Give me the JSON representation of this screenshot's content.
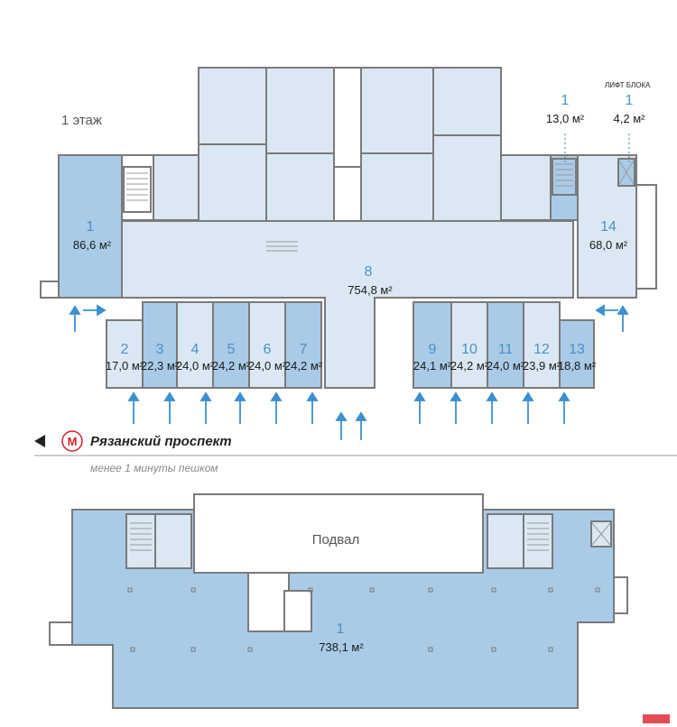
{
  "floor1": {
    "label": "1 этаж",
    "lift_label": "ЛИФТ БЛОКА",
    "units": [
      {
        "num": "1",
        "area": "86,6 м²",
        "highlight": true
      },
      {
        "num": "2",
        "area": "17,0 м²",
        "highlight": false
      },
      {
        "num": "3",
        "area": "22,3 м²",
        "highlight": true
      },
      {
        "num": "4",
        "area": "24,0 м²",
        "highlight": false
      },
      {
        "num": "5",
        "area": "24,2 м²",
        "highlight": true
      },
      {
        "num": "6",
        "area": "24,0 м²",
        "highlight": false
      },
      {
        "num": "7",
        "area": "24,2 м²",
        "highlight": true
      },
      {
        "num": "8",
        "area": "754,8 м²",
        "highlight": false
      },
      {
        "num": "9",
        "area": "24,1 м²",
        "highlight": true
      },
      {
        "num": "10",
        "area": "24,2 м²",
        "highlight": false
      },
      {
        "num": "11",
        "area": "24,0 м²",
        "highlight": true
      },
      {
        "num": "12",
        "area": "23,9 м²",
        "highlight": false
      },
      {
        "num": "13",
        "area": "18,8 м²",
        "highlight": true
      },
      {
        "num": "14",
        "area": "68,0 м²",
        "highlight": false
      }
    ],
    "extra": [
      {
        "num": "1",
        "area": "13,0 м²"
      },
      {
        "num": "1",
        "area": "4,2 м²"
      }
    ]
  },
  "street": {
    "name": "Рязанский проспект",
    "walk": "менее 1 минуты пешком",
    "metro_letter": "М"
  },
  "basement": {
    "label": "Подвал",
    "unit_num": "1",
    "unit_area": "738,1 м²"
  },
  "colors": {
    "light_fill": "#dbe8f3",
    "highlight_fill": "#a9cbe8",
    "wall": "#7a7a7a",
    "arrow": "#3d8fd0",
    "label_blue": "#4a90c9",
    "metro_red": "#d81e2c"
  }
}
